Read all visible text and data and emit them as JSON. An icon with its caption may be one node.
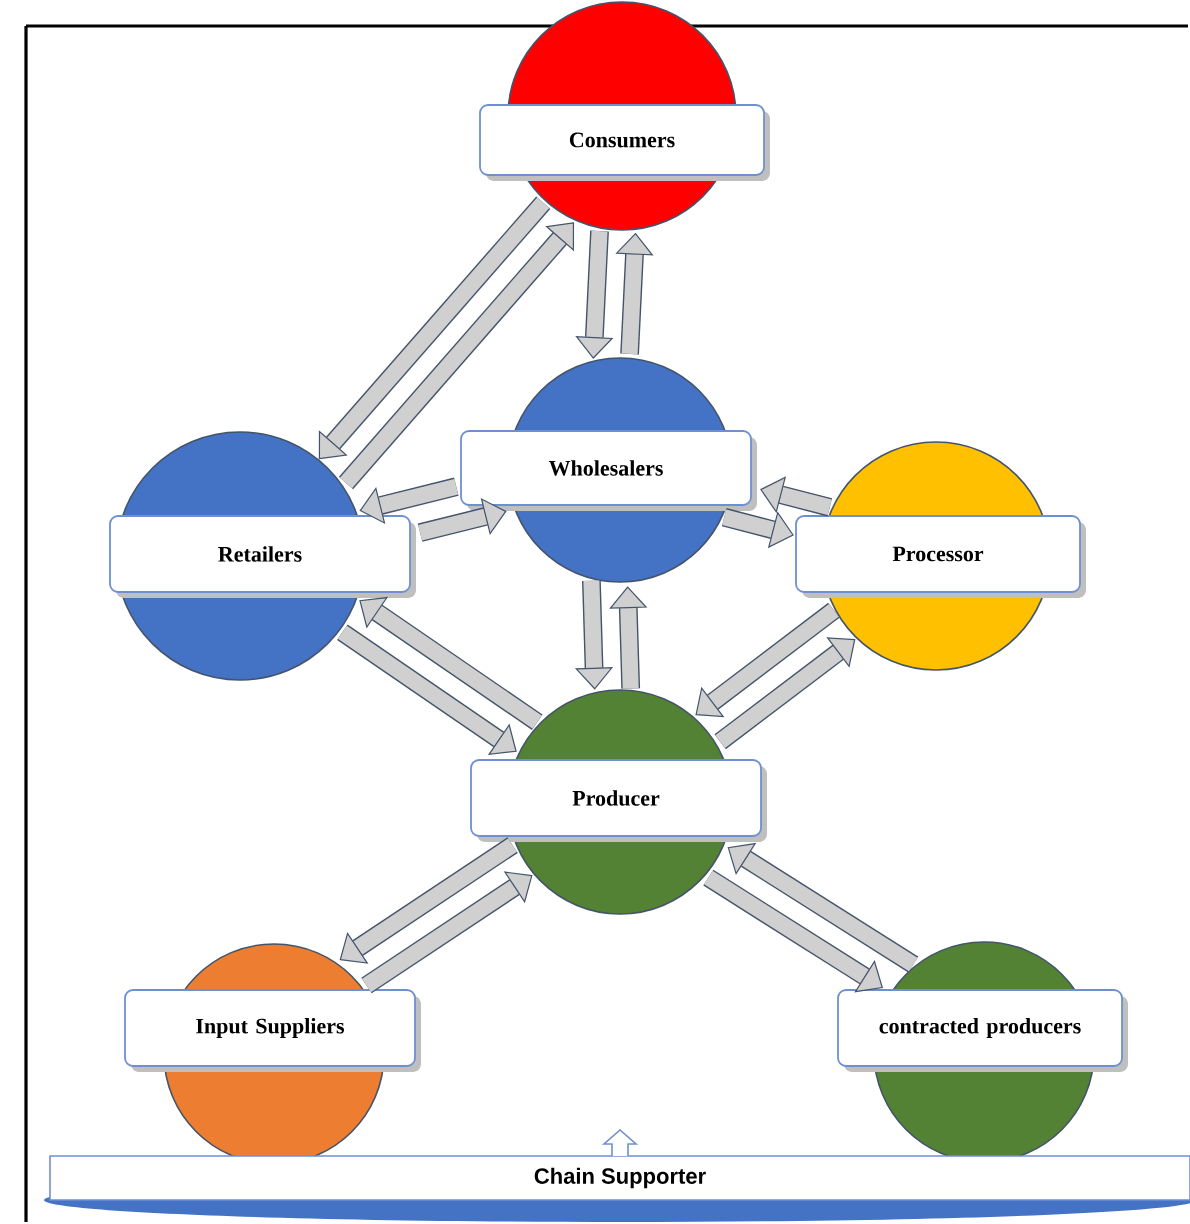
{
  "diagram": {
    "nodes": [
      {
        "text": [
          "Consumers"
        ]
      },
      {
        "text": [
          "Wholesalers"
        ]
      },
      {
        "text": [
          "Retailers"
        ]
      },
      {
        "text": [
          "Processor"
        ]
      },
      {
        "text": [
          "Producer"
        ]
      },
      {
        "text": [
          "Input Suppliers"
        ]
      },
      {
        "text": [
          "contracted producers"
        ]
      },
      {
        "text": [
          "Chain Supporter"
        ]
      }
    ],
    "edges": [
      {
        "from": 0,
        "to": 2,
        "arrow": "to"
      },
      {
        "from": 2,
        "to": 0,
        "arrow": "to"
      },
      {
        "from": 0,
        "to": 1,
        "arrow": "to"
      },
      {
        "from": 1,
        "to": 0,
        "arrow": "to"
      },
      {
        "from": 1,
        "to": 2,
        "arrow": "to"
      },
      {
        "from": 2,
        "to": 1,
        "arrow": "to"
      },
      {
        "from": 3,
        "to": 1,
        "arrow": "to"
      },
      {
        "from": 1,
        "to": 3,
        "arrow": "to"
      },
      {
        "from": 1,
        "to": 4,
        "arrow": "to"
      },
      {
        "from": 4,
        "to": 1,
        "arrow": "to"
      },
      {
        "from": 2,
        "to": 4,
        "arrow": "to"
      },
      {
        "from": 4,
        "to": 2,
        "arrow": "to"
      },
      {
        "from": 3,
        "to": 4,
        "arrow": "to"
      },
      {
        "from": 4,
        "to": 3,
        "arrow": "to"
      },
      {
        "from": 4,
        "to": 5,
        "arrow": "to"
      },
      {
        "from": 5,
        "to": 4,
        "arrow": "to"
      },
      {
        "from": 4,
        "to": 6,
        "arrow": "to"
      },
      {
        "from": 6,
        "to": 4,
        "arrow": "to"
      }
    ]
  }
}
